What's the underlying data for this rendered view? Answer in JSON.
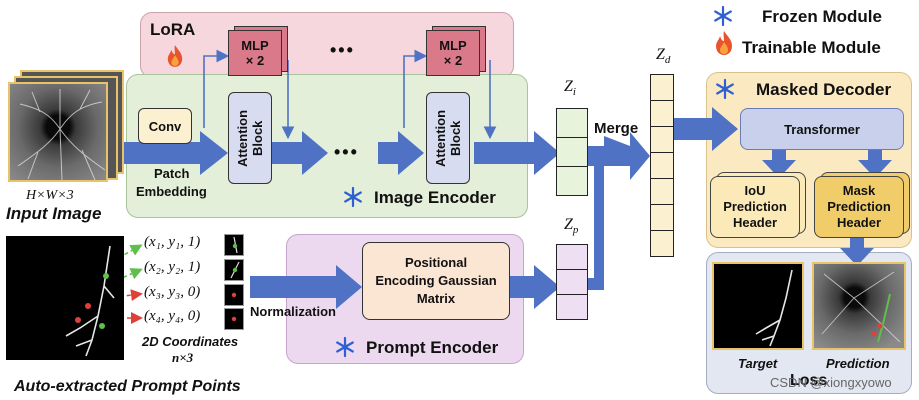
{
  "legend": {
    "frozen": "Frozen Module",
    "trainable": "Trainable Module"
  },
  "lora": {
    "title": "LoRA",
    "mlp_line1": "MLP",
    "mlp_line2": "× 2",
    "ellipsis": "•••"
  },
  "image_encoder": {
    "title": "Image Encoder",
    "conv": "Conv",
    "patch_embedding_line1": "Patch",
    "patch_embedding_line2": "Embedding",
    "attention_block": "Attention Block",
    "ellipsis": "•••"
  },
  "input_image": {
    "dims": "H×W×3",
    "caption": "Input Image"
  },
  "prompt": {
    "caption": "Auto-extracted Prompt Points",
    "coords": [
      "(x₁, y₁, 1)",
      "(x₂, y₂, 1)",
      "(x₃, y₃, 0)",
      "(x₄, y₄, 0)"
    ],
    "coords_title": "2D Coordinates",
    "coords_dims": "n×3",
    "normalization": "Normalization"
  },
  "prompt_encoder": {
    "title": "Prompt Encoder",
    "box_line1": "Positional",
    "box_line2": "Encoding Gaussian",
    "box_line3": "Matrix"
  },
  "tokens": {
    "zi": "Z",
    "zi_sub": "i",
    "zp": "Z",
    "zp_sub": "p",
    "zd": "Z",
    "zd_sub": "d",
    "merge": "Merge"
  },
  "decoder": {
    "title": "Masked Decoder",
    "transformer": "Transformer",
    "iou_line1": "IoU",
    "iou_line2": "Prediction",
    "iou_line3": "Header",
    "mask_line1": "Mask",
    "mask_line2": "Prediction",
    "mask_line3": "Header"
  },
  "loss": {
    "target": "Target",
    "prediction": "Prediction",
    "title": "Loss",
    "watermark": "CSDN @xiongxyowo"
  },
  "colors": {
    "arrow_blue": "#4f72c4",
    "lora_bg": "#f5d7dd",
    "encoder_bg": "#e3efd9",
    "prompt_bg": "#ecd8ef",
    "decoder_bg": "#fbe9c2",
    "loss_bg": "#e3e7f1",
    "mlp_fill": "#d9798a",
    "attn_fill": "#d7dcf0",
    "token_zi": "#e8f3dc",
    "token_zp": "#efdff2",
    "token_zd": "#fbf0cf",
    "header_fill": "#fbeab8",
    "header_dark": "#f1cd69"
  },
  "icons": {
    "frozen": "snowflake-icon",
    "trainable": "flame-icon"
  }
}
